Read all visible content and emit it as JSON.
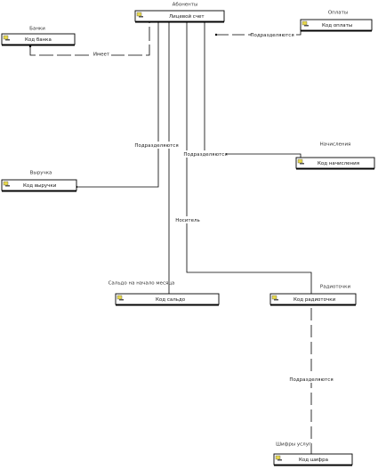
{
  "entities": [
    {
      "id": "abonenty",
      "title": "Абоненты",
      "key": "Лицевой счет"
    },
    {
      "id": "banki",
      "title": "Банки",
      "key": "Код банка"
    },
    {
      "id": "oplaty",
      "title": "Оплаты",
      "key": "Код оплаты"
    },
    {
      "id": "nachisleniya",
      "title": "Начисления",
      "key": "Код начисления"
    },
    {
      "id": "vyruchka",
      "title": "Выручка",
      "key": "Код выручки"
    },
    {
      "id": "saldo",
      "title": "Сальдо на начало месяца",
      "key": "Код сальдо"
    },
    {
      "id": "radiotochki",
      "title": "Радиоточки",
      "key": "Код радиоточки"
    },
    {
      "id": "shifry",
      "title": "Шифры услуг",
      "key": "Код шифра"
    }
  ],
  "relationships": [
    {
      "id": "imeet",
      "label": "Имеет"
    },
    {
      "id": "oplaty",
      "label": "Подразделяются"
    },
    {
      "id": "vyruchka",
      "label": "Подразделяются"
    },
    {
      "id": "nachisleniya",
      "label": "Подразделяются"
    },
    {
      "id": "nositel",
      "label": "Носитель"
    },
    {
      "id": "shifry",
      "label": "Подразделяются"
    }
  ],
  "icons": {
    "entity_icon": "key-icon"
  },
  "colors": {
    "line": "#000000",
    "icon": "#e8d84a"
  }
}
